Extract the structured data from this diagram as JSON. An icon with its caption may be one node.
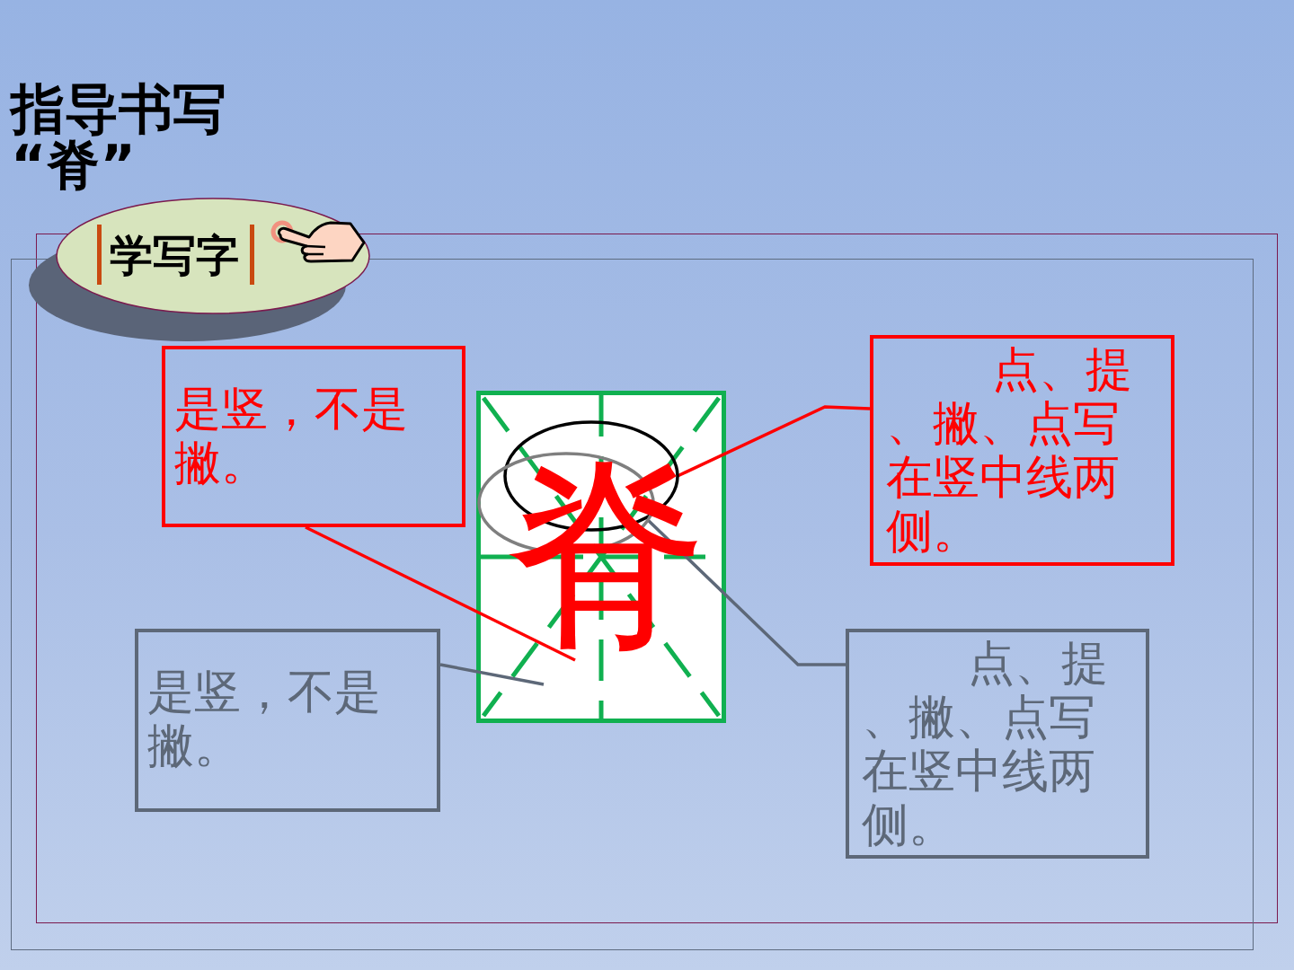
{
  "diagram": {
    "title": "指导书写“脊”",
    "nodes": [
      {
        "text": [
          "学写字"
        ]
      },
      {
        "text": [
          "是竖，不是撇。"
        ]
      },
      {
        "text": [
          "是竖，不是撇。"
        ]
      },
      {
        "text": [
          "脊"
        ]
      },
      {
        "text": [],
        "shape": "ellipse",
        "in": 3
      },
      {
        "text": [],
        "shape": "ellipse",
        "in": 3
      },
      {
        "text": [
          "点、提、撇、点写在竖中线两侧。"
        ]
      },
      {
        "text": [
          "点、提、撇、点写在竖中线两侧。"
        ]
      }
    ],
    "edges": [
      {
        "from": 1,
        "to": null,
        "arrow": "none",
        "color": "#ff0000"
      },
      {
        "from": 2,
        "to": null,
        "arrow": "none",
        "color": "#5d6878"
      },
      {
        "from": 6,
        "to": 4,
        "arrow": "none",
        "color": "#ff0000"
      },
      {
        "from": 7,
        "to": 5,
        "arrow": "none",
        "color": "#5d6878"
      }
    ]
  }
}
